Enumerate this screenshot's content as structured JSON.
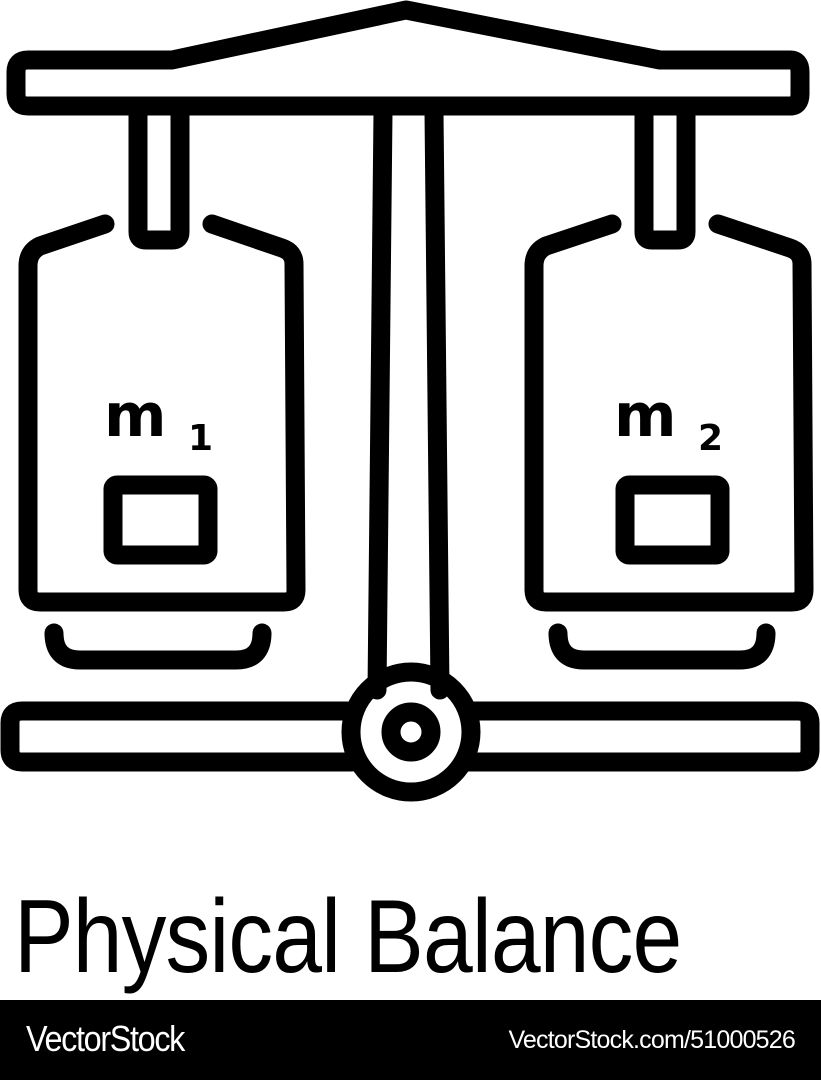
{
  "icon": {
    "name": "physical-balance-icon",
    "stroke_color": "#000000",
    "background_color": "#ffffff",
    "left_pan": {
      "label_main": "m",
      "label_sub": "1"
    },
    "right_pan": {
      "label_main": "m",
      "label_sub": "2"
    }
  },
  "title": "Physical Balance",
  "footer": {
    "brand": "VectorStock",
    "stock_id": "VectorStock.com/51000526",
    "background_color": "#000000",
    "text_color": "#ffffff"
  }
}
